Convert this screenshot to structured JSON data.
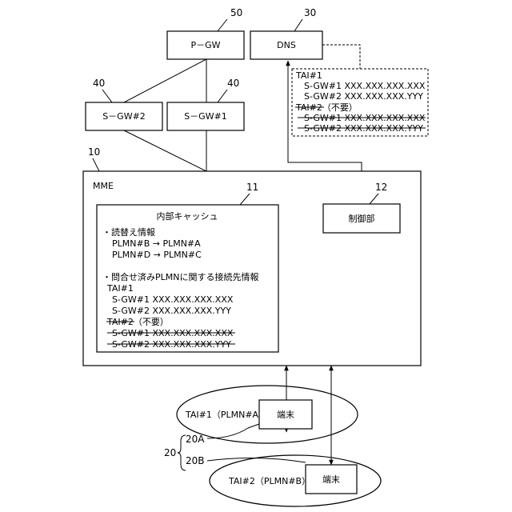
{
  "refs": {
    "pgw": "50",
    "dns": "30",
    "sgw2": "40",
    "sgw1": "40",
    "mme": "10",
    "cache": "11",
    "control": "12",
    "terminals": "20",
    "terminal_a": "20A",
    "terminal_b": "20B"
  },
  "nodes": {
    "pgw": "P－GW",
    "dns": "DNS",
    "sgw2": "S－GW#2",
    "sgw1": "S－GW#1",
    "mme": "MME",
    "control": "制御部",
    "terminal": "端末"
  },
  "dns_record": {
    "tai1": "TAI#1",
    "tai1_entries": [
      "S-GW#1 XXX.XXX.XXX.XXX",
      "S-GW#2 XXX.XXX.XXX.YYY"
    ],
    "tai2": "TAI#2",
    "tai2_note": "（不要）",
    "tai2_entries": [
      "S-GW#1 XXX.XXX.XXX.XXX",
      "S-GW#2 XXX.XXX.XXX.YYY"
    ]
  },
  "cache": {
    "title": "内部キャッシュ",
    "rewrite_heading": "・読替え情報",
    "rewrites": [
      "PLMN#B → PLMN#A",
      "PLMN#D → PLMN#C"
    ],
    "inquired_heading": "・問合せ済みPLMNに関する接続先情報",
    "tai1": "TAI#1",
    "tai1_entries": [
      "S-GW#1 XXX.XXX.XXX.XXX",
      "S-GW#2 XXX.XXX.XXX.YYY"
    ],
    "tai2": "TAI#2",
    "tai2_note": "（不要）",
    "tai2_entries": [
      "S-GW#1 XXX.XXX.XXX.XXX",
      "S-GW#2 XXX.XXX.XXX.YYY"
    ]
  },
  "areas": {
    "area_a": "TAI#1（PLMN#A）",
    "area_b": "TAI#2（PLMN#B）"
  }
}
